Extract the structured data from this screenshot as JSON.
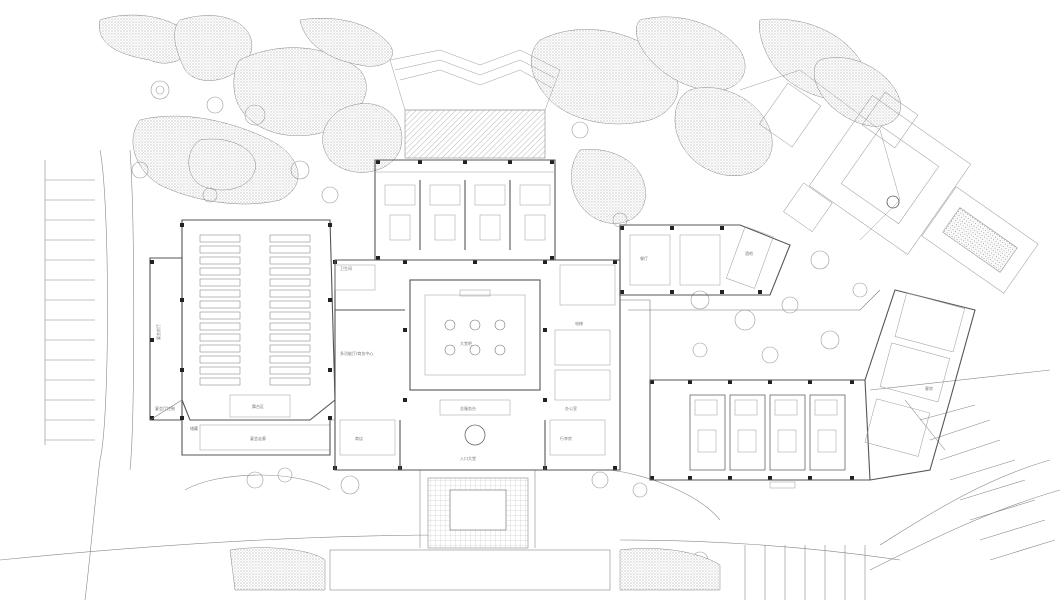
{
  "colors": {
    "background": "#ffffff",
    "linework": "#555555",
    "landscape": "#9a9a9a",
    "columns": "#222222"
  },
  "labels": {
    "banquet_prefunction": "宴会前厅",
    "banquet_control": "宴会厅控制",
    "stage": "舞台区",
    "storage": "储藏",
    "corridor": "宴会走廊",
    "business_center": "多功能厅/商务中心",
    "lobby_lounge": "大堂吧",
    "reception": "总服务台",
    "entrance_lobby": "入口大堂",
    "luggage": "行李房",
    "shop": "商店",
    "restaurant": "餐厅",
    "toilet": "卫生间",
    "bar": "酒吧",
    "guest_rooms": "客房",
    "office": "办公室",
    "lift": "电梯"
  }
}
